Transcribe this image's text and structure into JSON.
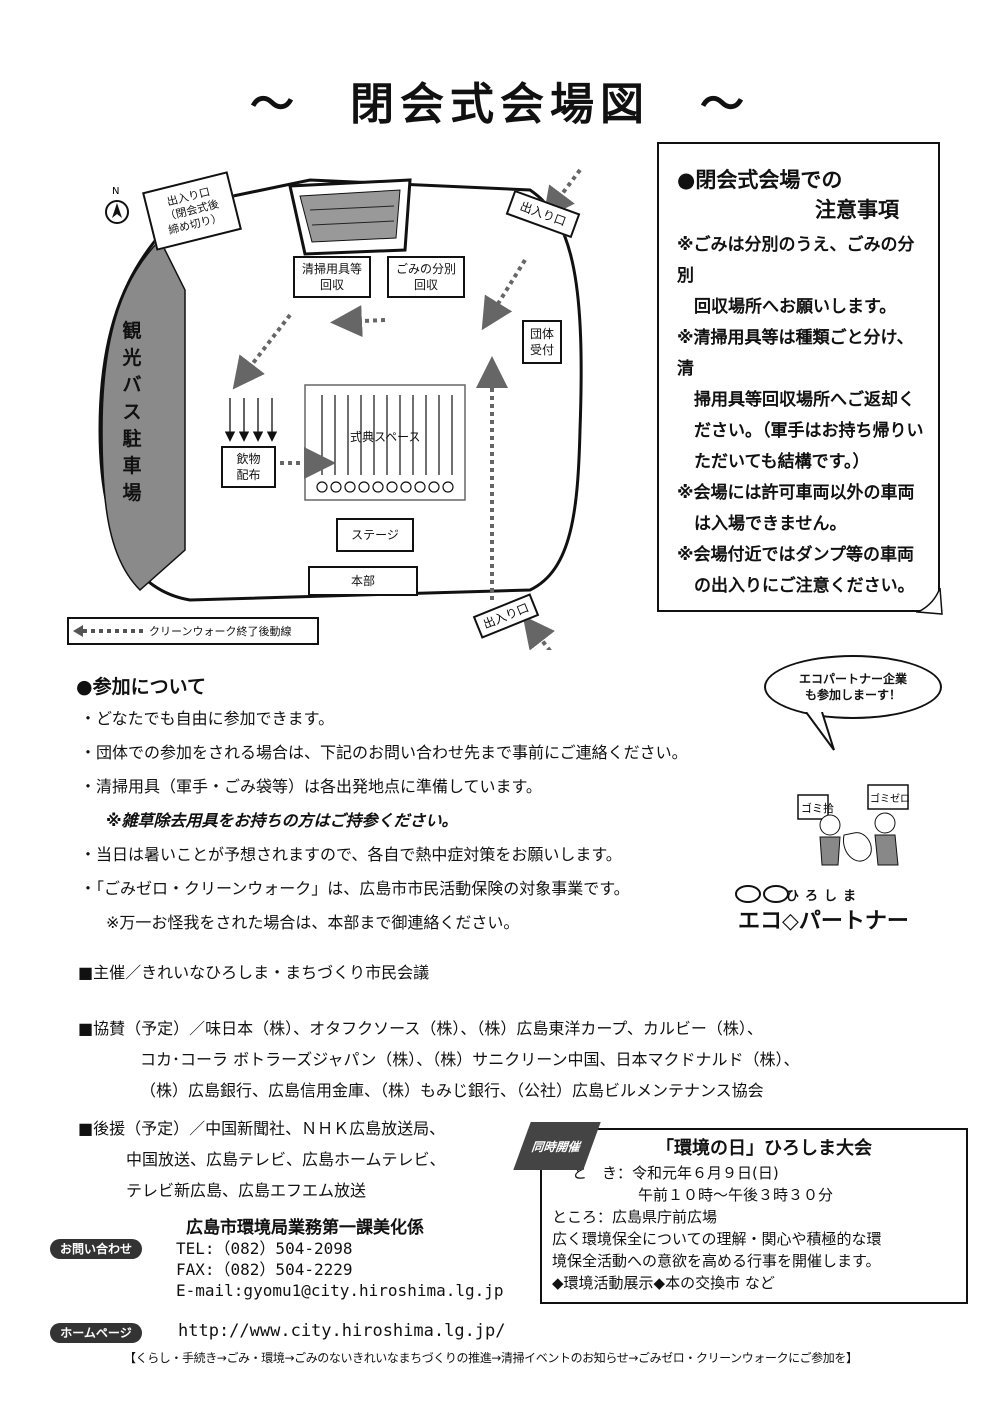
{
  "title": "～　閉会式会場図　～",
  "map": {
    "north": "N",
    "exit_top": "出入り口\n（閉会式後\n締め切り）",
    "exit_right": "出入り口",
    "exit_bottom": "出入り口",
    "bus_parking": "観光バス駐車場",
    "cleaning_return": "清掃用具等\n回収",
    "garbage_sort": "ごみの分別\n回収",
    "group_reception": "団体\n受付",
    "drinks": "飲物\n配布",
    "ceremony_space": "式典スペース",
    "stage": "ステージ",
    "hq": "本部",
    "legend": "クリーンウォーク終了後動線"
  },
  "notice": {
    "heading1": "●閉会式会場での",
    "heading2": "注意事項",
    "items": [
      "※ごみは分別のうえ、ごみの分別",
      "　回収場所へお願いします。",
      "※清掃用具等は種類ごと分け、清",
      "　掃用具等回収場所へご返却く",
      "　ださい。（軍手はお持ち帰りい",
      "　ただいても結構です。）",
      "※会場には許可車両以外の車両",
      "　は入場できません。",
      "※会場付近ではダンプ等の車両",
      "　の出入りにご注意ください。"
    ]
  },
  "bubble": "エコパートナー企業\nも参加しまーす！",
  "eco_logo": {
    "small": "ひろしま",
    "big": "エコ◇パートナー",
    "sign1": "ゴミ拾",
    "sign2": "ゴミゼロ"
  },
  "participation": {
    "heading": "●参加について",
    "items": [
      "・どなたでも自由に参加できます。",
      "・団体での参加をされる場合は、下記のお問い合わせ先まで事前にご連絡ください。",
      "・清掃用具（軍手・ごみ袋等）は各出発地点に準備しています。",
      "※雑草除去用具をお持ちの方はご持参ください。",
      "・当日は暑いことが予想されますので、各自で熱中症対策をお願いします。",
      "・「ごみゼロ・クリーンウォーク」は、広島市市民活動保険の対象事業です。",
      "※万一お怪我をされた場合は、本部まで御連絡ください。"
    ]
  },
  "sponsors": {
    "host": "■主催／きれいなひろしま・まちづくり市民会議",
    "cosponsor_lines": [
      "■協賛（予定）／味日本（株）、オタフクソース（株）、（株）広島東洋カープ、カルビー（株）、",
      "コカ･コーラ ボトラーズジャパン（株）、（株）サニクリーン中国、日本マクドナルド（株）、",
      "（株）広島銀行、広島信用金庫、（株）もみじ銀行、（公社）広島ビルメンテナンス協会"
    ],
    "support_lines": [
      "■後援（予定）／中国新聞社、ＮＨＫ広島放送局、",
      "中国放送、広島テレビ、広島ホームテレビ、",
      "テレビ新広島、広島エフエム放送"
    ]
  },
  "event": {
    "tag": "同時開催",
    "title": "「環境の日」ひろしま大会",
    "date_label": "と　き：",
    "date": "令和元年６月９日(日)",
    "time": "午前１０時～午後３時３０分",
    "place": "ところ：広島県庁前広場",
    "desc1": "広く環境保全についての理解・関心や積極的な環",
    "desc2": "境保全活動への意欲を高める行事を開催します。",
    "items": "◆環境活動展示◆本の交換市 など"
  },
  "contact": {
    "label": "お問い合わせ",
    "dept": "広島市環境局業務第一課美化係",
    "tel": "TEL:（082）504-2098",
    "fax": "FAX:（082）504-2229",
    "email": "E-mail:gyomu1@city.hiroshima.lg.jp",
    "hp_label": "ホームページ",
    "url": "http://www.city.hiroshima.lg.jp/",
    "path": "【くらし・手続き→ごみ・環境→ごみのないきれいなまちづくりの推進→清掃イベントのお知らせ→ごみゼロ・クリーンウォークにご参加を】"
  }
}
